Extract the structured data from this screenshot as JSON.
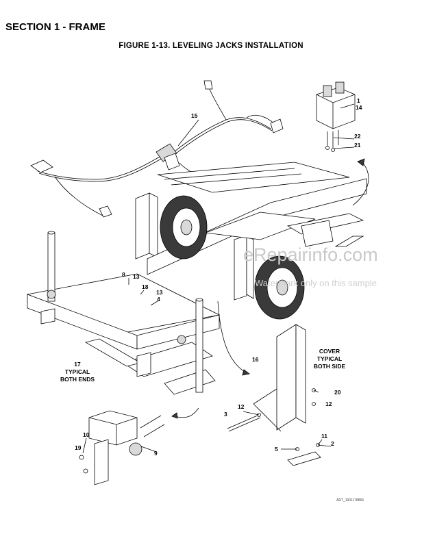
{
  "header": {
    "section_title": "SECTION 1 - FRAME",
    "figure_title": "FIGURE 1-13. LEVELING JACKS INSTALLATION"
  },
  "callouts": {
    "c1": "1",
    "c14": "14",
    "c22": "22",
    "c21": "21",
    "c15": "15",
    "c8": "8",
    "c13a": "13",
    "c18": "18",
    "c13b": "13",
    "c4": "4",
    "c17": "17",
    "c17_line1": "TYPICAL",
    "c17_line2": "BOTH ENDS",
    "c16": "16",
    "cover_line1": "COVER",
    "cover_line2": "TYPICAL",
    "cover_line3": "BOTH SIDE",
    "c20": "20",
    "c12a": "12",
    "c12b": "12",
    "c3": "3",
    "c10": "10",
    "c19": "19",
    "c9": "9",
    "c11": "11",
    "c2": "2",
    "c5": "5"
  },
  "watermark": {
    "brand": "eRepairinfo.com",
    "notice": "Watermark only on this sample"
  },
  "art_reference": "ART_1001178866",
  "colors": {
    "line": "#000000",
    "shade": "#d9d9d9",
    "watermark": "#c9c9c9"
  }
}
